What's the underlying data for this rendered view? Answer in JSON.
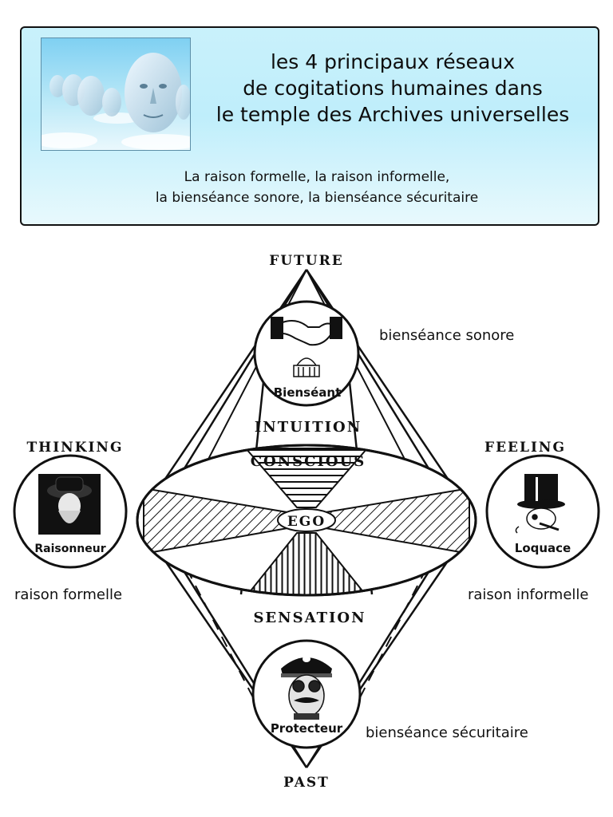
{
  "header": {
    "title_lines": [
      "les 4 principaux réseaux",
      "de cogitations humaines dans",
      "le temple des Archives universelles"
    ],
    "subtitle_lines": [
      "La raison formelle, la raison informelle,",
      "la bienséance sonore, la bienséance sécuritaire"
    ]
  },
  "diagram": {
    "labels": {
      "future": "FUTURE",
      "past": "PAST",
      "thinking": "THINKING",
      "feeling": "FEELING",
      "intuition": "INTUITION",
      "conscious": "CONSCIOUS",
      "ego": "EGO",
      "sensation": "SENSATION"
    },
    "characters": {
      "top": "Bienséant",
      "left": "Raisonneur",
      "right": "Loquace",
      "bottom": "Protecteur"
    },
    "captions": {
      "top": "bienséance sonore",
      "left": "raison formelle",
      "right": "raison informelle",
      "bottom": "bienséance sécuritaire"
    }
  },
  "colors": {
    "header_background": "#c9f1fb",
    "line": "#111111"
  }
}
